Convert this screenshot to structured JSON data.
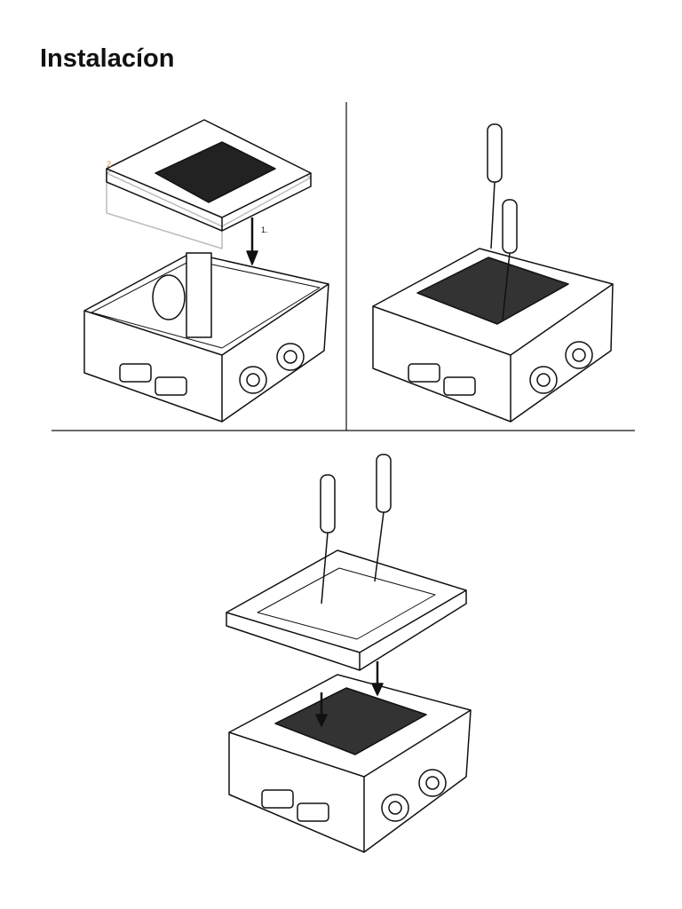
{
  "title": "Instalacíon",
  "figure": {
    "step_labels": {
      "one": "1.",
      "two": "2."
    },
    "colors": {
      "line": "#111111",
      "ghost": "#bbbbbb",
      "step_two": "#d08a3a"
    }
  }
}
